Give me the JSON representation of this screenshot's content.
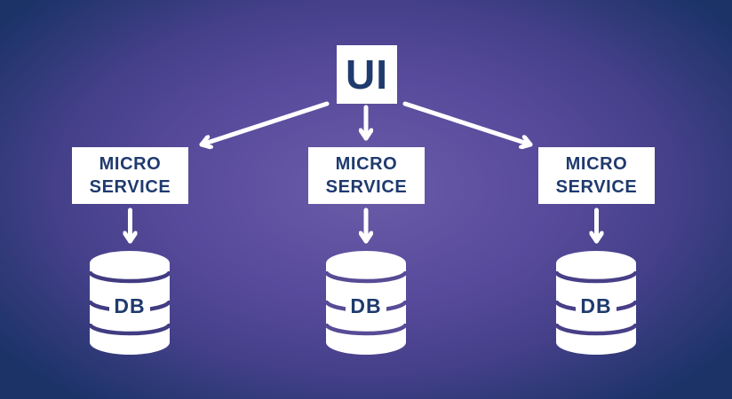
{
  "diagram": {
    "nodes": {
      "ui": {
        "id": "ui",
        "label": "UI"
      },
      "services": [
        {
          "id": "service-1",
          "label_line1": "MICRO",
          "label_line2": "SERVICE"
        },
        {
          "id": "service-2",
          "label_line1": "MICRO",
          "label_line2": "SERVICE"
        },
        {
          "id": "service-3",
          "label_line1": "MICRO",
          "label_line2": "SERVICE"
        }
      ],
      "databases": [
        {
          "id": "db-1",
          "label": "DB"
        },
        {
          "id": "db-2",
          "label": "DB"
        },
        {
          "id": "db-3",
          "label": "DB"
        }
      ]
    },
    "edges": [
      {
        "from": "ui",
        "to": "service-1"
      },
      {
        "from": "ui",
        "to": "service-2"
      },
      {
        "from": "ui",
        "to": "service-3"
      },
      {
        "from": "service-1",
        "to": "db-1"
      },
      {
        "from": "service-2",
        "to": "db-2"
      },
      {
        "from": "service-3",
        "to": "db-3"
      }
    ],
    "colors": {
      "background_center": "#6A5CA8",
      "background_edge": "#1C3368",
      "node_background": "#FFFFFF",
      "node_text": "#1F3A6E",
      "arrow": "#FFFFFF",
      "cylinder_ring_left": "#413C82",
      "cylinder_ring_middle": "#584B96",
      "cylinder_ring_right": "#473F87"
    }
  }
}
